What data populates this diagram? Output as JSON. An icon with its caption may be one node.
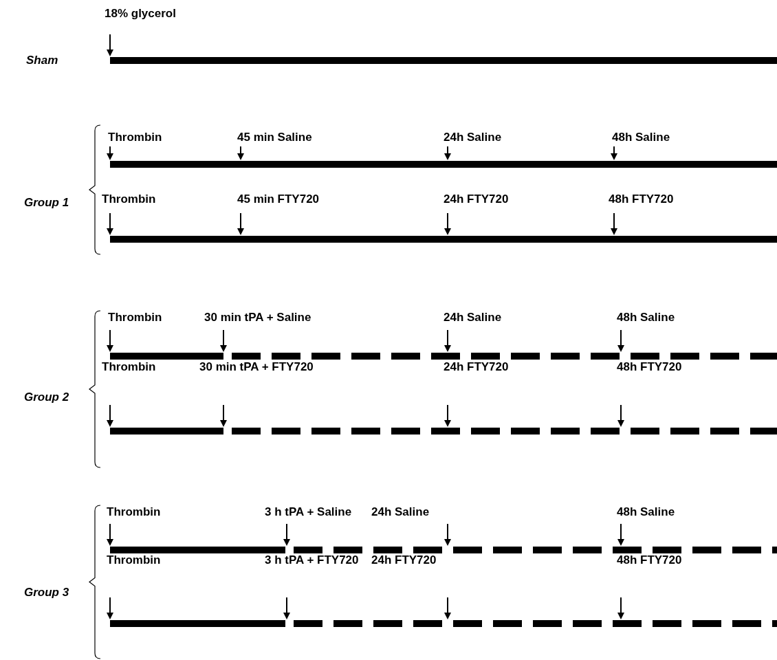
{
  "diagram": {
    "labels": [
      "18% glycerol",
      "Sham",
      "Thrombin",
      "45 min Saline",
      "24h Saline",
      "48h Saline",
      "Group 1",
      "Thrombin",
      "45 min FTY720",
      "24h FTY720",
      "48h FTY720",
      "Thrombin",
      "30 min tPA + Saline",
      "24h Saline",
      "48h Saline",
      "Group 2",
      "Thrombin",
      "30 min tPA + FTY720",
      "24h FTY720",
      "48h FTY720",
      "Thrombin",
      "3 h tPA + Saline",
      "24h Saline",
      "48h Saline",
      "Group 3",
      "Thrombin",
      "3 h tPA + FTY720",
      "24h FTY720",
      "48h FTY720"
    ]
  }
}
